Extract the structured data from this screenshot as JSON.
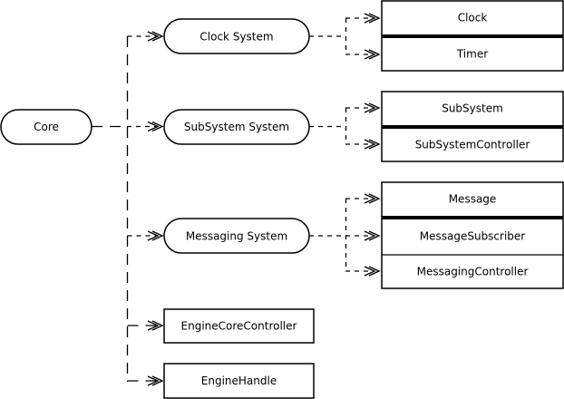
{
  "diagram": {
    "nodes": {
      "core": "Core",
      "clock_system": "Clock System",
      "subsystem_system": "SubSystem System",
      "messaging_system": "Messaging System",
      "engine_core_controller": "EngineCoreController",
      "engine_handle": "EngineHandle"
    },
    "groups": {
      "clock": [
        "Clock",
        "Timer"
      ],
      "subsystem": [
        "SubSystem",
        "SubSystemController"
      ],
      "messaging": [
        "Message",
        "MessageSubscriber",
        "MessagingController"
      ]
    }
  }
}
